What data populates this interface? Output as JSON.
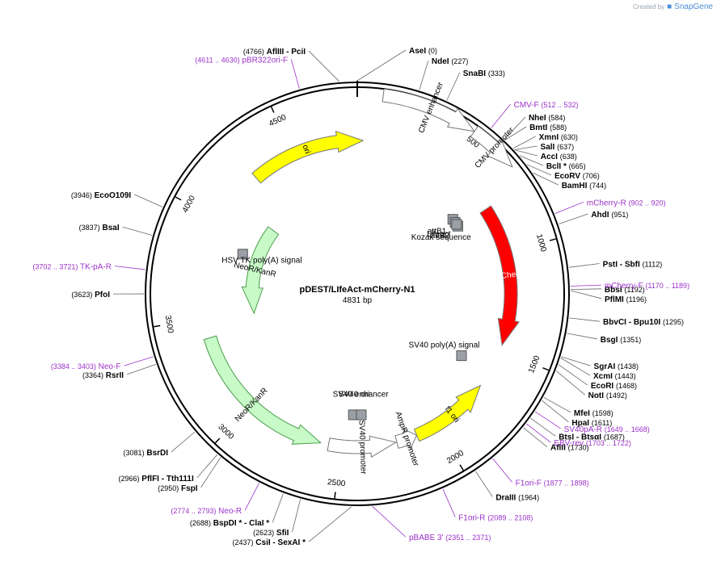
{
  "credit": {
    "prefix": "Created by",
    "brand": "SnapGene"
  },
  "plasmid": {
    "name": "pDEST/LIfeAct-mCherry-N1",
    "size_label": "4831 bp",
    "length": 4831
  },
  "ticks": [
    {
      "pos": 500,
      "label": "500"
    },
    {
      "pos": 1000,
      "label": "1000"
    },
    {
      "pos": 1500,
      "label": "1500"
    },
    {
      "pos": 2000,
      "label": "2000"
    },
    {
      "pos": 2500,
      "label": "2500"
    },
    {
      "pos": 3000,
      "label": "3000"
    },
    {
      "pos": 3500,
      "label": "3500"
    },
    {
      "pos": 4000,
      "label": "4000"
    },
    {
      "pos": 4500,
      "label": "4500"
    }
  ],
  "sites": [
    {
      "name": "AseI",
      "coord": "(0)",
      "pos": 0
    },
    {
      "name": "AflIII  - PciI",
      "coord": "(4766)",
      "pos": 4766
    },
    {
      "name": "NdeI",
      "coord": "(227)",
      "pos": 227
    },
    {
      "name": "SnaBI",
      "coord": "(333)",
      "pos": 333
    },
    {
      "name": "NheI",
      "coord": "(584)",
      "pos": 584
    },
    {
      "name": "BmtI",
      "coord": "(588)",
      "pos": 588
    },
    {
      "name": "XmnI",
      "coord": "(630)",
      "pos": 630
    },
    {
      "name": "SalI",
      "coord": "(637)",
      "pos": 637
    },
    {
      "name": "AccI",
      "coord": "(638)",
      "pos": 638
    },
    {
      "name": "BclI *",
      "coord": "(665)",
      "pos": 665
    },
    {
      "name": "EcoRV",
      "coord": "(706)",
      "pos": 706
    },
    {
      "name": "BamHI",
      "coord": "(744)",
      "pos": 744
    },
    {
      "name": "AhdI",
      "coord": "(951)",
      "pos": 951
    },
    {
      "name": "PstI  - SbfI",
      "coord": "(1112)",
      "pos": 1112
    },
    {
      "name": "BbsI",
      "coord": "(1192)",
      "pos": 1192
    },
    {
      "name": "PflMI",
      "coord": "(1196)",
      "pos": 1196
    },
    {
      "name": "BbvCI  - Bpu10I",
      "coord": "(1295)",
      "pos": 1295
    },
    {
      "name": "BsgI",
      "coord": "(1351)",
      "pos": 1351
    },
    {
      "name": "SgrAI",
      "coord": "(1438)",
      "pos": 1438
    },
    {
      "name": "XcmI",
      "coord": "(1443)",
      "pos": 1443
    },
    {
      "name": "EcoRI",
      "coord": "(1468)",
      "pos": 1468
    },
    {
      "name": "NotI",
      "coord": "(1492)",
      "pos": 1492
    },
    {
      "name": "MfeI",
      "coord": "(1598)",
      "pos": 1598
    },
    {
      "name": "HpaI",
      "coord": "(1611)",
      "pos": 1611
    },
    {
      "name": "BtsI  - BtsαI",
      "coord": "(1687)",
      "pos": 1687
    },
    {
      "name": "AflII",
      "coord": "(1730)",
      "pos": 1730
    },
    {
      "name": "DraIII",
      "coord": "(1964)",
      "pos": 1964
    },
    {
      "name": "CsiI  - SexAI *",
      "coord": "(2437)",
      "pos": 2437
    },
    {
      "name": "SfiI",
      "coord": "(2623)",
      "pos": 2623
    },
    {
      "name": "BspDI *  - ClaI *",
      "coord": "(2688)",
      "pos": 2688
    },
    {
      "name": "FspI",
      "coord": "(2950)",
      "pos": 2950
    },
    {
      "name": "PflFI  - Tth111I",
      "coord": "(2966)",
      "pos": 2966
    },
    {
      "name": "BsrDI",
      "coord": "(3081)",
      "pos": 3081
    },
    {
      "name": "RsrII",
      "coord": "(3364)",
      "pos": 3364
    },
    {
      "name": "PfoI",
      "coord": "(3623)",
      "pos": 3623
    },
    {
      "name": "BsaI",
      "coord": "(3837)",
      "pos": 3837
    },
    {
      "name": "EcoO109I",
      "coord": "(3946)",
      "pos": 3946
    }
  ],
  "primers": [
    {
      "name": "CMV-F",
      "coord": "(512 .. 532)",
      "pos": 522
    },
    {
      "name": "mCherry-R",
      "coord": "(902 .. 920)",
      "pos": 911
    },
    {
      "name": "mCherry-F",
      "coord": "(1170 .. 1189)",
      "pos": 1180
    },
    {
      "name": "SV40pA-R",
      "coord": "(1649 .. 1668)",
      "pos": 1658
    },
    {
      "name": "EBV-rev",
      "coord": "(1703 .. 1722)",
      "pos": 1712
    },
    {
      "name": "F1ori-F",
      "coord": "(1877 .. 1898)",
      "pos": 1887
    },
    {
      "name": "F1ori-R",
      "coord": "(2089 .. 2108)",
      "pos": 2098
    },
    {
      "name": "pBABE 3'",
      "coord": "(2351 .. 2371)",
      "pos": 2361
    },
    {
      "name": "Neo-R",
      "coord": "(2774 .. 2793)",
      "pos": 2783
    },
    {
      "name": "Neo-F",
      "coord": "(3384 .. 3403)",
      "pos": 3393
    },
    {
      "name": "TK-pA-R",
      "coord": "(3702 .. 3721)",
      "pos": 3711
    },
    {
      "name": "pBR322ori-F",
      "coord": "(4611 .. 4630)",
      "pos": 4620
    }
  ],
  "features": [
    {
      "name": "CMV enhancer",
      "start": 100,
      "end": 480,
      "radius": 248,
      "color": "#ffffff",
      "dir": 1
    },
    {
      "name": "CMV promoter",
      "start": 480,
      "end": 680,
      "radius": 248,
      "color": "#ffffff",
      "dir": 1
    },
    {
      "name": "mCherry",
      "start": 760,
      "end": 1470,
      "radius": 190,
      "color": "#ff0000",
      "dir": 1
    },
    {
      "name": "f1 ori",
      "start": 1700,
      "end": 2110,
      "radius": 190,
      "color": "#ffff00",
      "dir": -1
    },
    {
      "name": "AmpR promoter",
      "start": 2110,
      "end": 2215,
      "radius": 190,
      "color": "#ffffff",
      "dir": -1
    },
    {
      "name": "SV40 promoter",
      "start": 2220,
      "end": 2560,
      "radius": 190,
      "color": "#ffffff",
      "dir": -1
    },
    {
      "name": "NeoR/KanR",
      "start": 2600,
      "end": 3400,
      "radius": 190,
      "color": "#c8fac8",
      "dir": -1
    },
    {
      "name": "NeoR/KanR",
      "start": 3480,
      "end": 4120,
      "radius": 130,
      "color": "#c8fac8",
      "dir": -1
    },
    {
      "name": "ori",
      "start": 4280,
      "end": 4860,
      "radius": 190,
      "color": "#ffff00",
      "dir": 1
    }
  ],
  "small_features": [
    {
      "name": "SV40 ori",
      "pos": 2440
    },
    {
      "name": "SV40 enhancer",
      "pos": 2390
    },
    {
      "name": "SV40 poly(A) signal",
      "pos": 1620
    },
    {
      "name": "HSV TK poly(A) signal",
      "pos": 3880
    },
    {
      "name": "Kozak sequence",
      "pos": 752
    },
    {
      "name": "attB1",
      "pos": 698
    },
    {
      "name": "Lifeact",
      "pos": 722
    },
    {
      "name": "attB2",
      "pos": 738
    }
  ]
}
